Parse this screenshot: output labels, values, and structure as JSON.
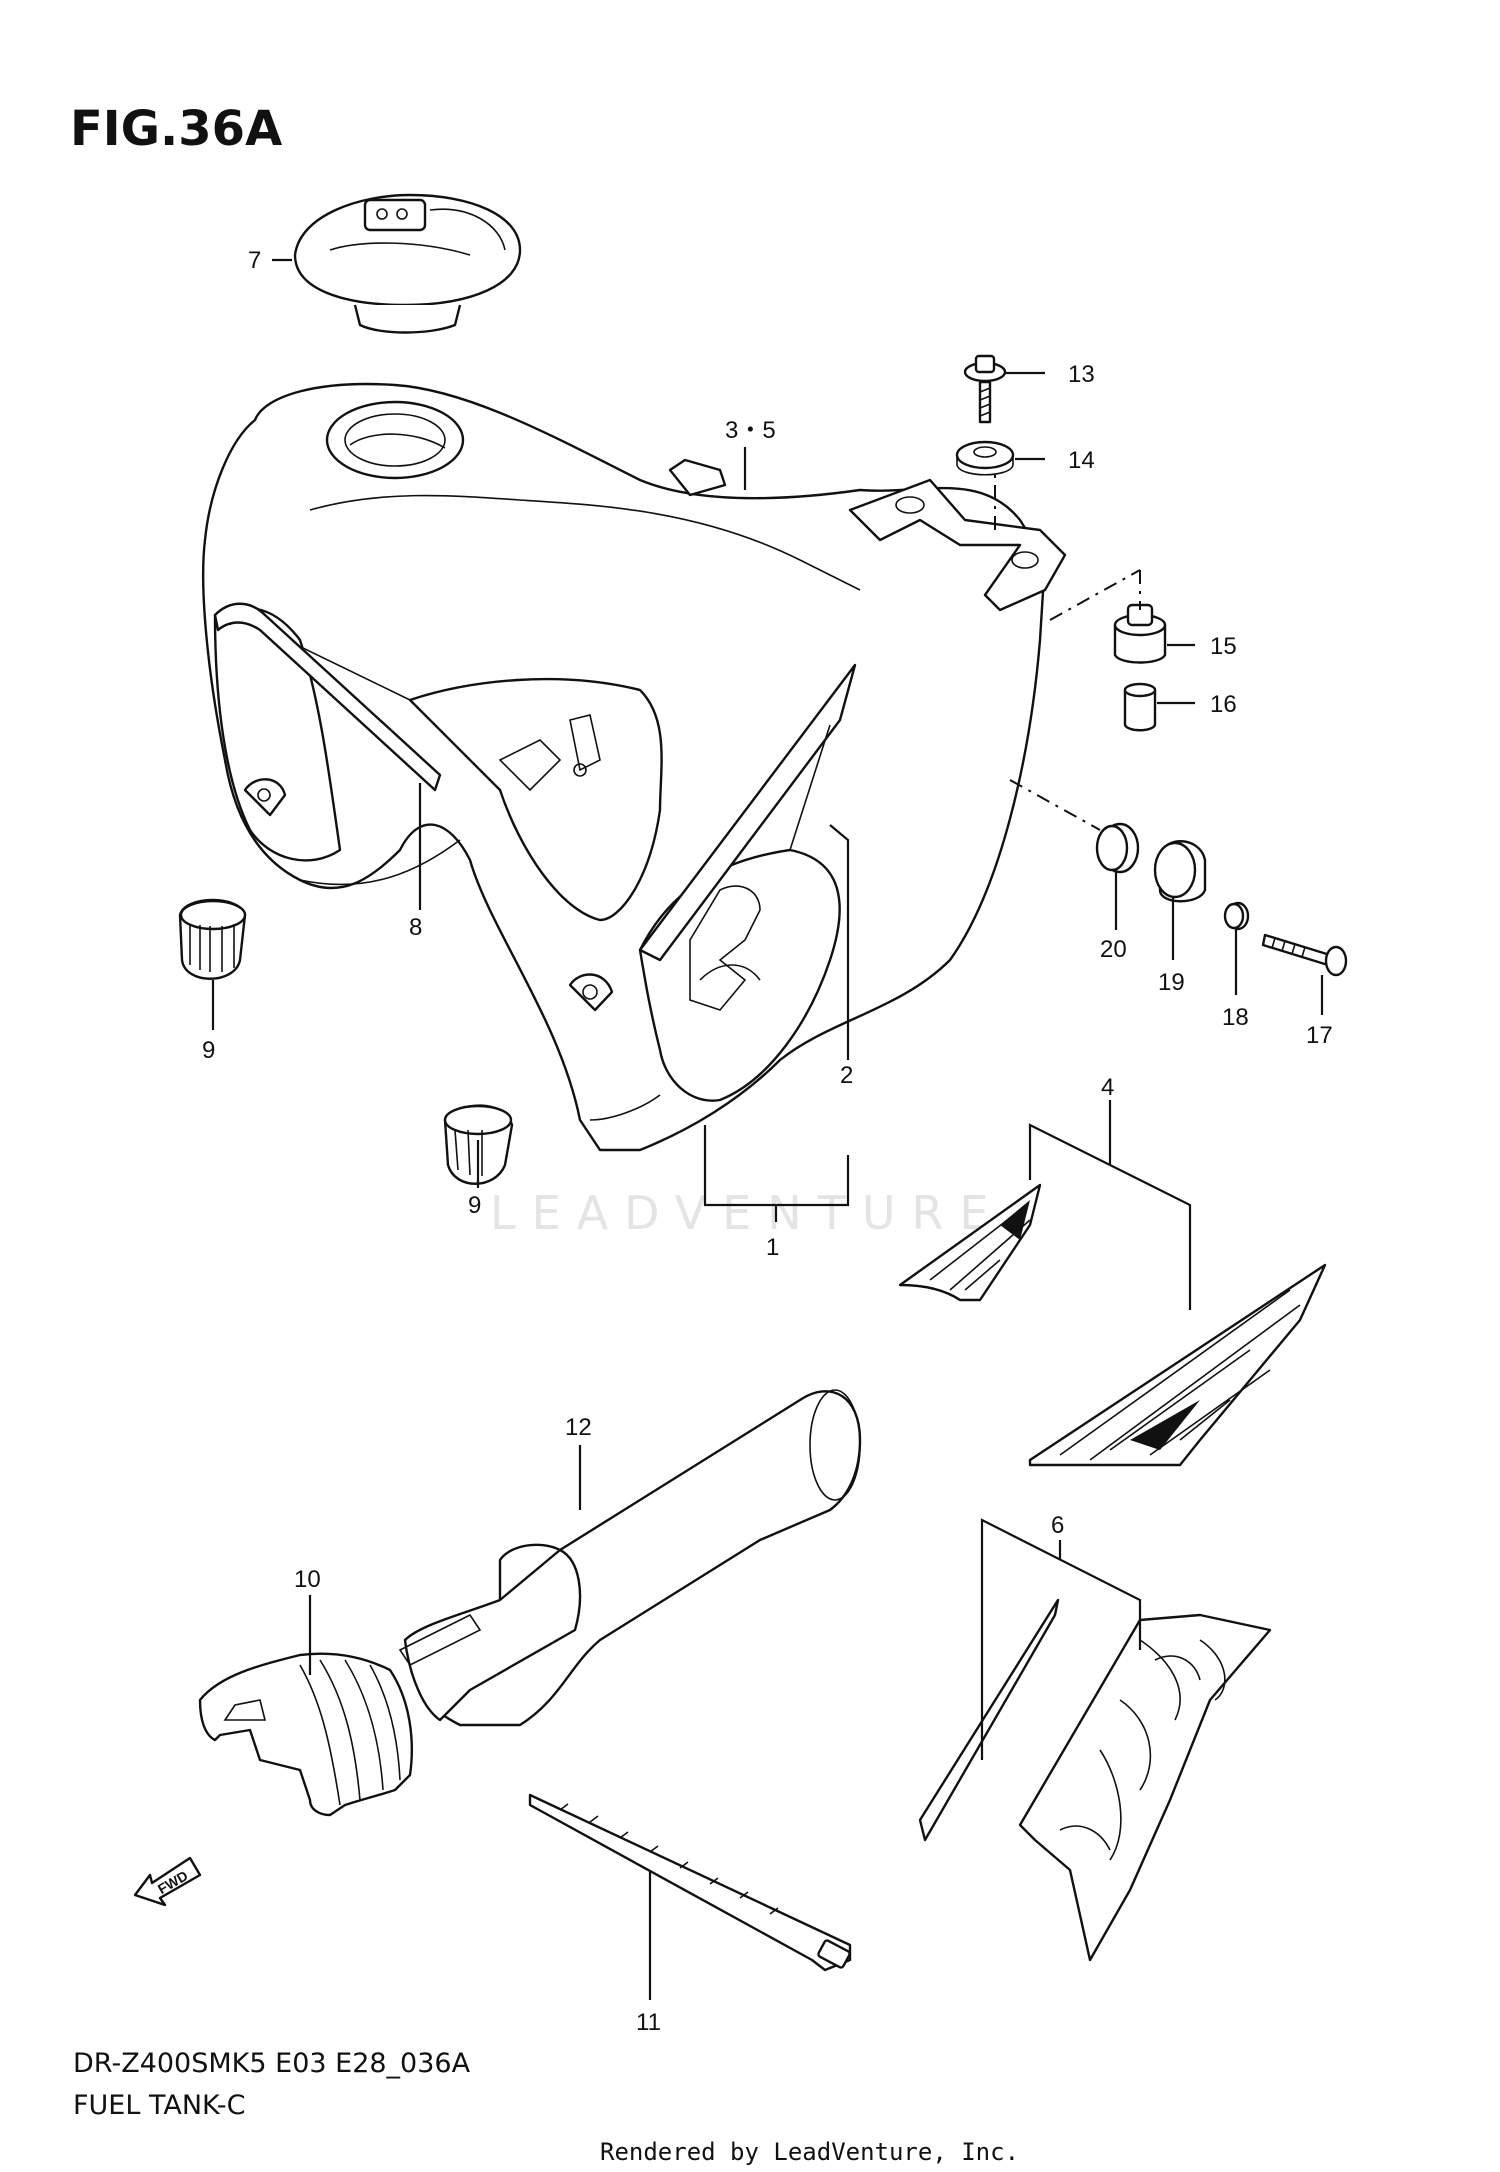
{
  "figure": {
    "title": "FIG.36A",
    "model_code": "DR-Z400SMK5 E03 E28_036A",
    "section_name": "FUEL TANK-C",
    "render_credit": "Rendered by LeadVenture, Inc.",
    "watermark": "LEADVENTURE",
    "fwd_label": "FWD"
  },
  "callouts": {
    "c1": "1",
    "c2": "2",
    "c3_5": "3・5",
    "c4": "4",
    "c6": "6",
    "c7": "7",
    "c8": "8",
    "c9a": "9",
    "c9b": "9",
    "c10": "10",
    "c11": "11",
    "c12": "12",
    "c13": "13",
    "c14": "14",
    "c15": "15",
    "c16": "16",
    "c17": "17",
    "c18": "18",
    "c19": "19",
    "c20": "20"
  }
}
